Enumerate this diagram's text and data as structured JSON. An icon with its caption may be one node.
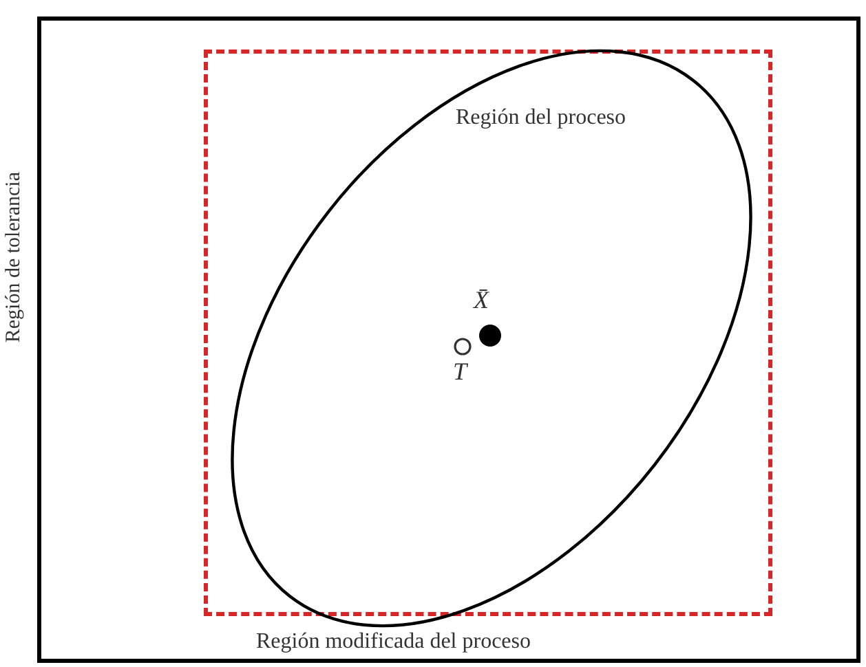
{
  "diagram": {
    "nodes": [
      {
        "text": [
          "Región de tolerancia"
        ]
      },
      {
        "text": [
          "Región modificada del proceso"
        ],
        "in": 0
      },
      {
        "text": [
          "Región del proceso"
        ],
        "in": 1
      },
      {
        "text": [
          "X̄"
        ],
        "in": 2
      },
      {
        "text": [
          "T"
        ],
        "in": 2
      }
    ]
  }
}
